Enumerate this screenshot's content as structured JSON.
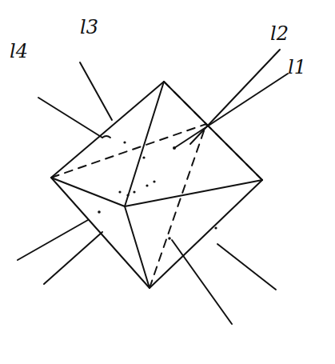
{
  "diagram": {
    "labels": [
      "l4",
      "l3",
      "l2",
      "l1"
    ]
  }
}
